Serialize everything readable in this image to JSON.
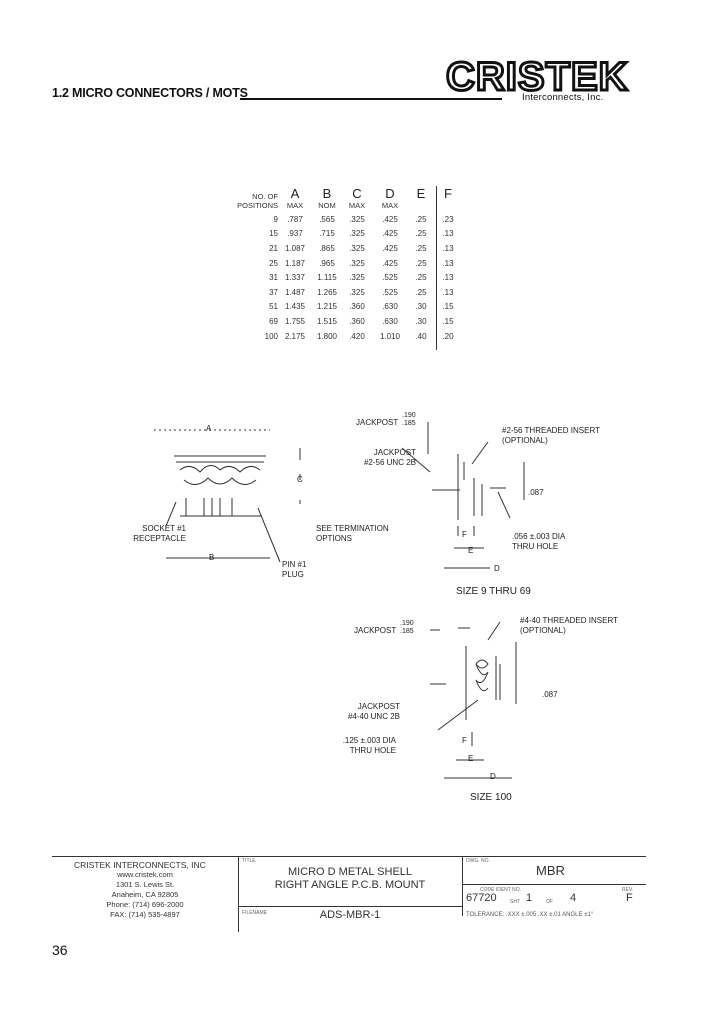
{
  "header": {
    "section_title": "1.2 MICRO CONNECTORS / MOTS",
    "logo_text": "CRISTEK",
    "logo_sub": "Interconnects, Inc."
  },
  "dimension_table": {
    "col0_line1": "NO. OF",
    "col0_line2": "POSITIONS",
    "columns": [
      {
        "letter": "A",
        "sub": "MAX"
      },
      {
        "letter": "B",
        "sub": "NOM"
      },
      {
        "letter": "C",
        "sub": "MAX"
      },
      {
        "letter": "D",
        "sub": "MAX"
      },
      {
        "letter": "E",
        "sub": ""
      },
      {
        "letter": "F",
        "sub": ""
      }
    ],
    "rows": [
      [
        "9",
        ".787",
        ".565",
        ".325",
        ".425",
        ".25",
        ".23"
      ],
      [
        "15",
        ".937",
        ".715",
        ".325",
        ".425",
        ".25",
        ".13"
      ],
      [
        "21",
        "1.087",
        ".865",
        ".325",
        ".425",
        ".25",
        ".13"
      ],
      [
        "25",
        "1.187",
        ".965",
        ".325",
        ".425",
        ".25",
        ".13"
      ],
      [
        "31",
        "1.337",
        "1.115",
        ".325",
        ".525",
        ".25",
        ".13"
      ],
      [
        "37",
        "1.487",
        "1.265",
        ".325",
        ".525",
        ".25",
        ".13"
      ],
      [
        "51",
        "1.435",
        "1.215",
        ".360",
        ".630",
        ".30",
        ".15"
      ],
      [
        "69",
        "1.755",
        "1.515",
        ".360",
        ".630",
        ".30",
        ".15"
      ],
      [
        "100",
        "2.175",
        "1.800",
        ".420",
        "1.010",
        ".40",
        ".20"
      ]
    ]
  },
  "drawing": {
    "label_a": "A",
    "label_b": "B",
    "label_c": "C",
    "socket_line1": "SOCKET #1",
    "socket_line2": "RECEPTACLE",
    "pin_line1": "PIN #1",
    "pin_line2": "PLUG",
    "see_term_line1": "SEE TERMINATION",
    "see_term_line2": "OPTIONS",
    "size1": {
      "jackpost_top": "JACKPOST",
      "dim_190": ".190",
      "dim_185": ".185",
      "jackpost_line1": "JACKPOST",
      "jackpost_line2": "#2-56 UNC 2B",
      "insert_line1": "#2-56 THREADED INSERT",
      "insert_line2": "(OPTIONAL)",
      "dim_087": ".087",
      "label_f": "F",
      "label_e": "E",
      "label_d": "D",
      "hole_line1": ".056 ±.003 DIA",
      "hole_line2": "THRU HOLE",
      "caption": "SIZE 9 THRU 69"
    },
    "size2": {
      "jackpost_top": "JACKPOST",
      "dim_190": ".190",
      "dim_185": ".185",
      "insert_line1": "#4-40 THREADED INSERT",
      "insert_line2": "(OPTIONAL)",
      "dim_087": ".087",
      "jackpost_line1": "JACKPOST",
      "jackpost_line2": "#4-40 UNC 2B",
      "hole_line1": ".125 ±.003 DIA",
      "hole_line2": "THRU HOLE",
      "label_f": "F",
      "label_e": "E",
      "label_d": "D",
      "caption": "SIZE 100"
    }
  },
  "title_block": {
    "company": "CRISTEK INTERCONNECTS, INC",
    "website": "www.cristek.com",
    "address1": "1301 S. Lewis St.",
    "address2": "Anaheim, CA  92805",
    "phone": "Phone: (714) 696-2000",
    "fax": "FAX: (714) 535-4897",
    "title_tag": "TITLE",
    "title_line1": "MICRO D METAL SHELL",
    "title_line2": "RIGHT ANGLE P.C.B. MOUNT",
    "filename_tag": "FILENAME",
    "filename": "ADS-MBR-1",
    "dwg_tag": "DWG. NO.",
    "dwg_no": "MBR",
    "code_tag": "CODE IDENT NO.",
    "code": "67720",
    "sht_tag": "SHT",
    "sht": "1",
    "of_tag": "OF",
    "of": "4",
    "rev_tag": "REV.",
    "rev": "F",
    "tolerance": "TOLERANCE: .XXX ±.005  .XX ±.01  ANGLE ±1°"
  },
  "page_number": "36"
}
